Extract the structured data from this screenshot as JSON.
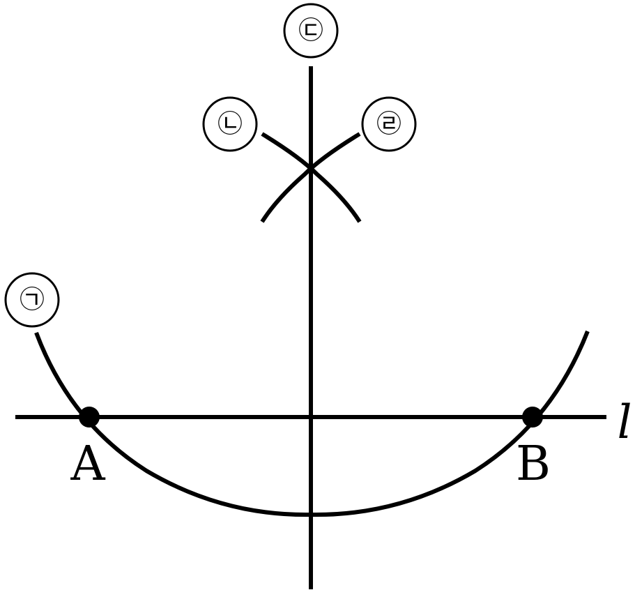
{
  "figure": {
    "line_label": "l",
    "points": {
      "a": "A",
      "b": "B"
    },
    "arc_labels": {
      "giyeok": "㉠",
      "nieun": "㉡",
      "digeut": "㉢",
      "rieul": "㉣"
    },
    "colors": {
      "stroke": "#000000",
      "background": "#ffffff"
    }
  }
}
